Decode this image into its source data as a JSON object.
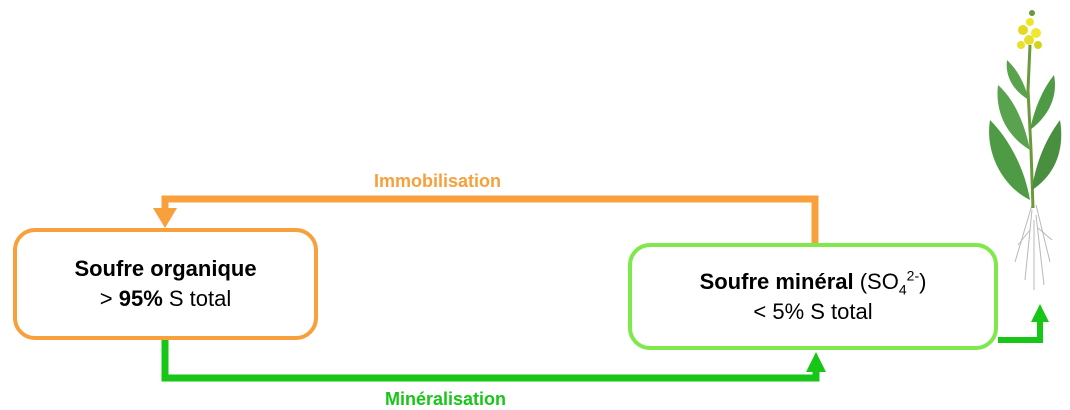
{
  "colors": {
    "immobilisation": "#f7a03c",
    "mineralisation": "#17c617",
    "mineral_box": "#7fe84a"
  },
  "organic": {
    "title": "Soufre organique",
    "share_symbol": ">",
    "share_value": "95%",
    "share_unit": "S total"
  },
  "mineral": {
    "title": "Soufre minéral",
    "formula_open": "(SO",
    "formula_sub": "4",
    "formula_sup": "2-",
    "formula_close": ")",
    "share_text": "< 5% S total"
  },
  "flows": {
    "immobilisation": "Immobilisation",
    "mineralisation": "Minéralisation"
  },
  "icons": {
    "plant": "rapeseed-plant-icon"
  }
}
